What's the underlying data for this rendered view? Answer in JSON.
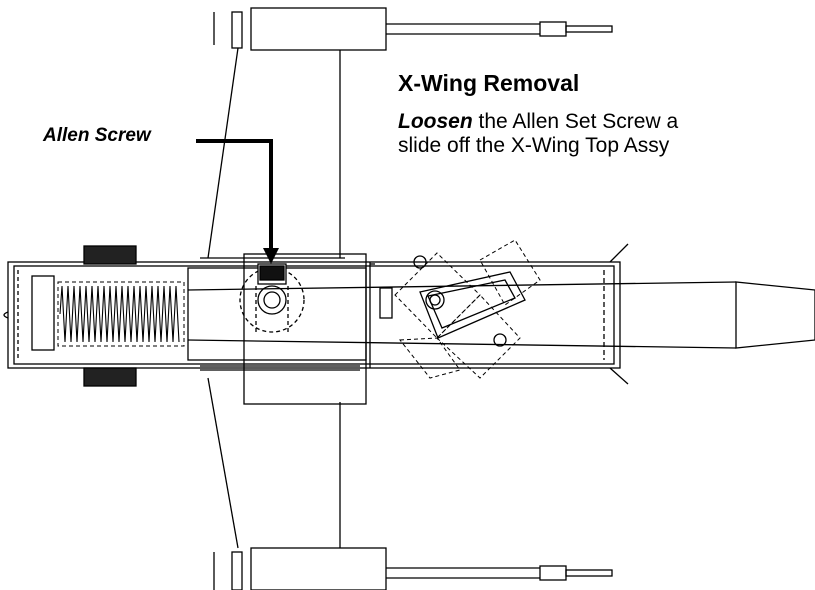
{
  "heading": "X-Wing Removal",
  "instructions": {
    "emphasis": "Loosen",
    "line1_rest": " the Allen Set Screw a",
    "line2": "slide off the X-Wing Top Assy"
  },
  "callout_label": "Allen Screw"
}
